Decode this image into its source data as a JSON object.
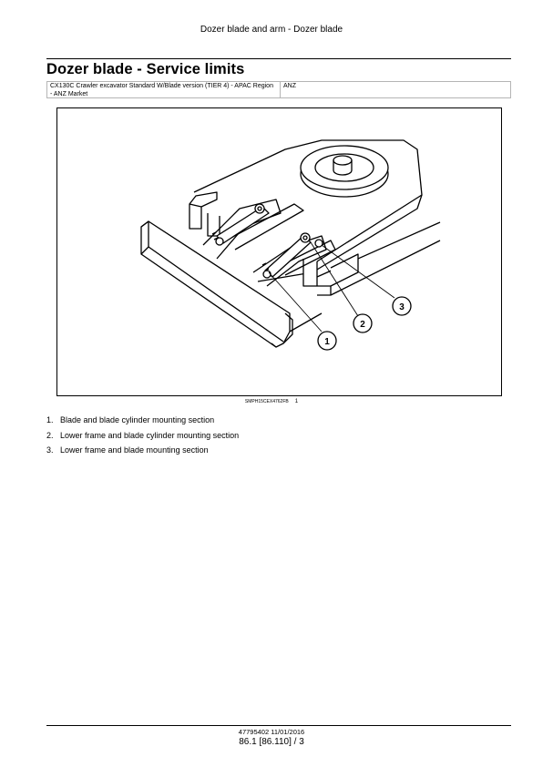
{
  "header": {
    "running_title": "Dozer blade and arm - Dozer blade"
  },
  "section": {
    "title": "Dozer blade - Service limits"
  },
  "applicability": {
    "model": "CX130C Crawler excavator Standard W/Blade version (TIER 4) - APAC Region - ANZ Market",
    "market": "ANZ"
  },
  "figure": {
    "callouts": [
      "1",
      "2",
      "3"
    ],
    "caption_code": "SMPH15CEX4762FB",
    "caption_number": "1"
  },
  "legend": [
    {
      "num": "1.",
      "text": "Blade and blade cylinder mounting section"
    },
    {
      "num": "2.",
      "text": "Lower frame and blade cylinder mounting section"
    },
    {
      "num": "3.",
      "text": "Lower frame and blade mounting section"
    }
  ],
  "footer": {
    "doc_id": "47795402 11/01/2016",
    "page_ref": "86.1 [86.110] / 3"
  }
}
